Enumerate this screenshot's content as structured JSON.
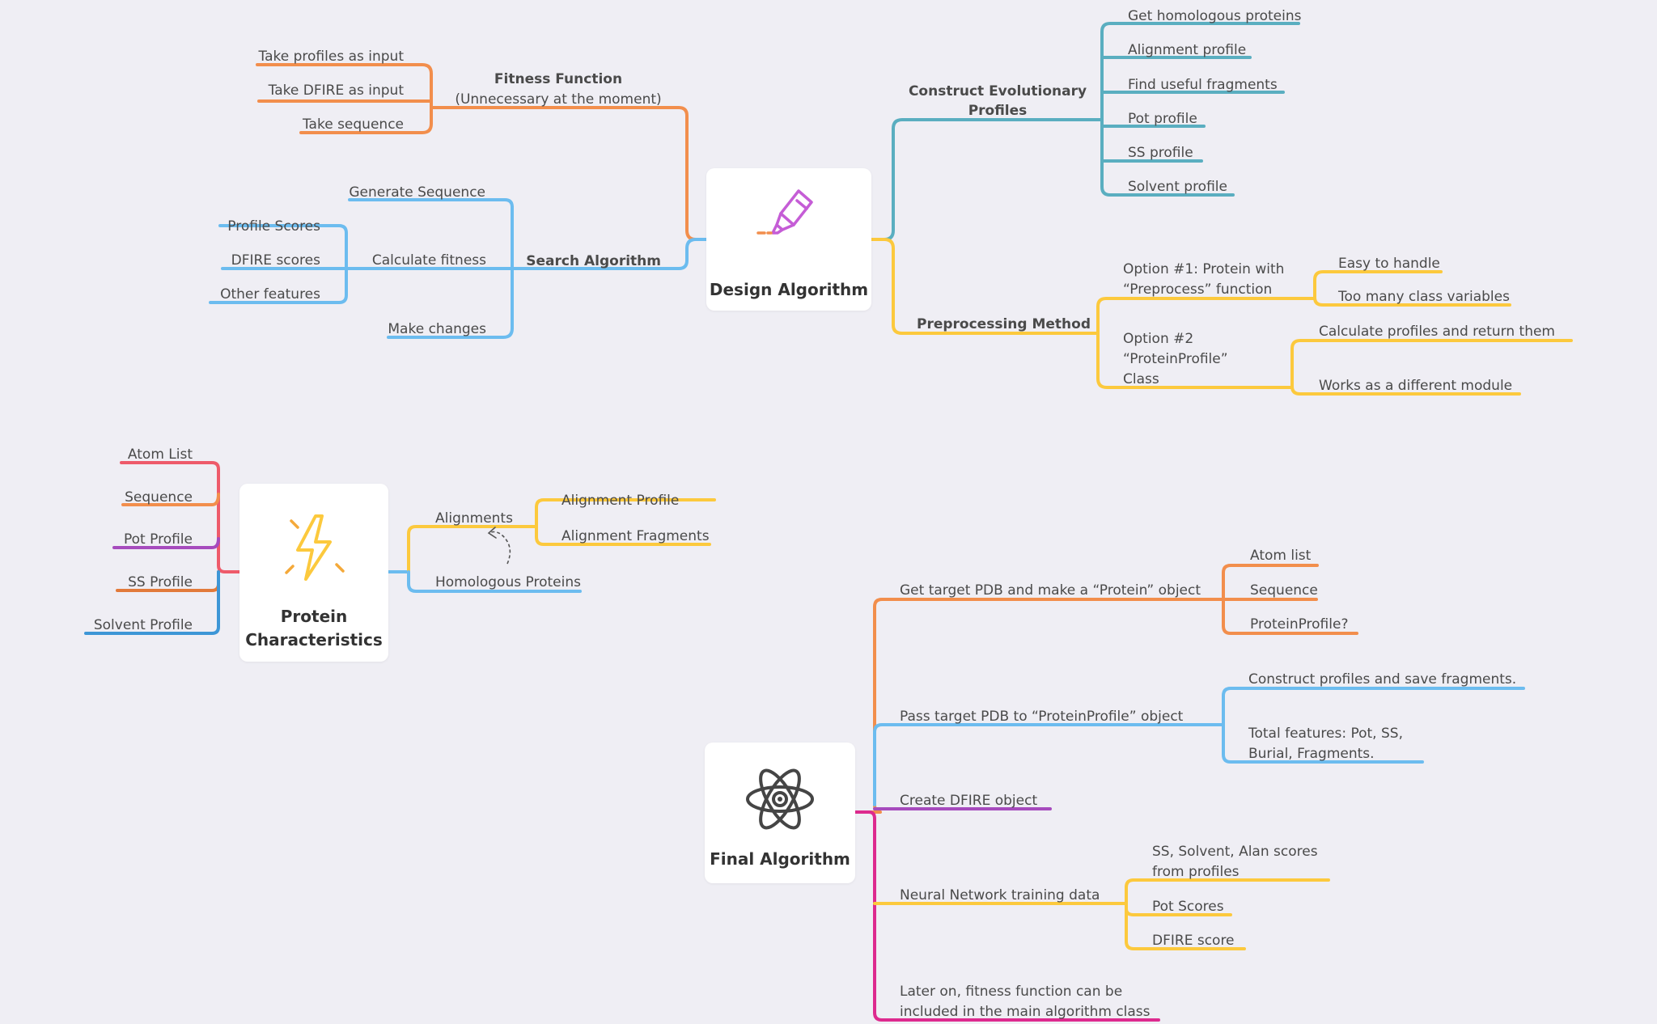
{
  "colors": {
    "background": "#efeef4",
    "orange": "#f28e4c",
    "teal": "#5aaec0",
    "blue": "#6cbcef",
    "yellow": "#fcc93d",
    "red": "#ee5a6a",
    "purple": "#a64bbd",
    "darkorange": "#e27a3a",
    "darkblue": "#3d96d6",
    "magenta": "#dd2a8e",
    "text": "#4a4a4a"
  },
  "design_algorithm": {
    "title": "Design Algorithm",
    "icon": "highlighter-icon",
    "fitness_function": {
      "title": "Fitness Function",
      "subtitle": "(Unnecessary at the moment)",
      "items": [
        "Take profiles as input",
        "Take DFIRE as input",
        "Take sequence"
      ]
    },
    "search_algorithm": {
      "title": "Search Algorithm",
      "generate_sequence": "Generate Sequence",
      "calculate_fitness": "Calculate fitness",
      "fitness_items": [
        "Profile Scores",
        "DFIRE scores",
        "Other features"
      ],
      "make_changes": "Make changes"
    },
    "construct_profiles": {
      "title_line1": "Construct Evolutionary",
      "title_line2": "Profiles",
      "items": [
        "Get homologous proteins",
        "Alignment profile",
        "Find useful fragments",
        "Pot profile",
        "SS profile",
        "Solvent profile"
      ]
    },
    "preprocessing": {
      "title": "Preprocessing Method",
      "option1_line1": "Option #1: Protein with",
      "option1_line2": "“Preprocess” function",
      "option1_items": [
        "Easy to handle",
        "Too many class variables"
      ],
      "option2_line1": "Option #2",
      "option2_line2": "“ProteinProfile”",
      "option2_line3": "Class",
      "option2_items": [
        "Calculate profiles and return them",
        "Works as a different module"
      ]
    }
  },
  "protein_characteristics": {
    "title_line1": "Protein",
    "title_line2": "Characteristics",
    "icon": "lightning-icon",
    "left_items": [
      "Atom List",
      "Sequence",
      "Pot Profile",
      "SS Profile",
      "Solvent Profile"
    ],
    "alignments": "Alignments",
    "alignment_items": [
      "Alignment Profile",
      "Alignment Fragments"
    ],
    "homologous": "Homologous Proteins"
  },
  "final_algorithm": {
    "title": "Final Algorithm",
    "icon": "atom-icon",
    "get_target": "Get target PDB and make a “Protein” object",
    "get_target_items": [
      "Atom list",
      "Sequence",
      "ProteinProfile?"
    ],
    "pass_target": "Pass target PDB to “ProteinProfile” object",
    "pass_item1": "Construct profiles and save fragments.",
    "pass_item2_line1": "Total features: Pot, SS,",
    "pass_item2_line2": "Burial, Fragments.",
    "create_dfire": "Create DFIRE object",
    "nn_data": "Neural Network training data",
    "nn_item1_line1": "SS, Solvent, Alan scores",
    "nn_item1_line2": "from profiles",
    "nn_items": [
      "Pot Scores",
      "DFIRE score"
    ],
    "later_line1": "Later on, fitness function can  be",
    "later_line2": "included in the main algorithm class"
  }
}
